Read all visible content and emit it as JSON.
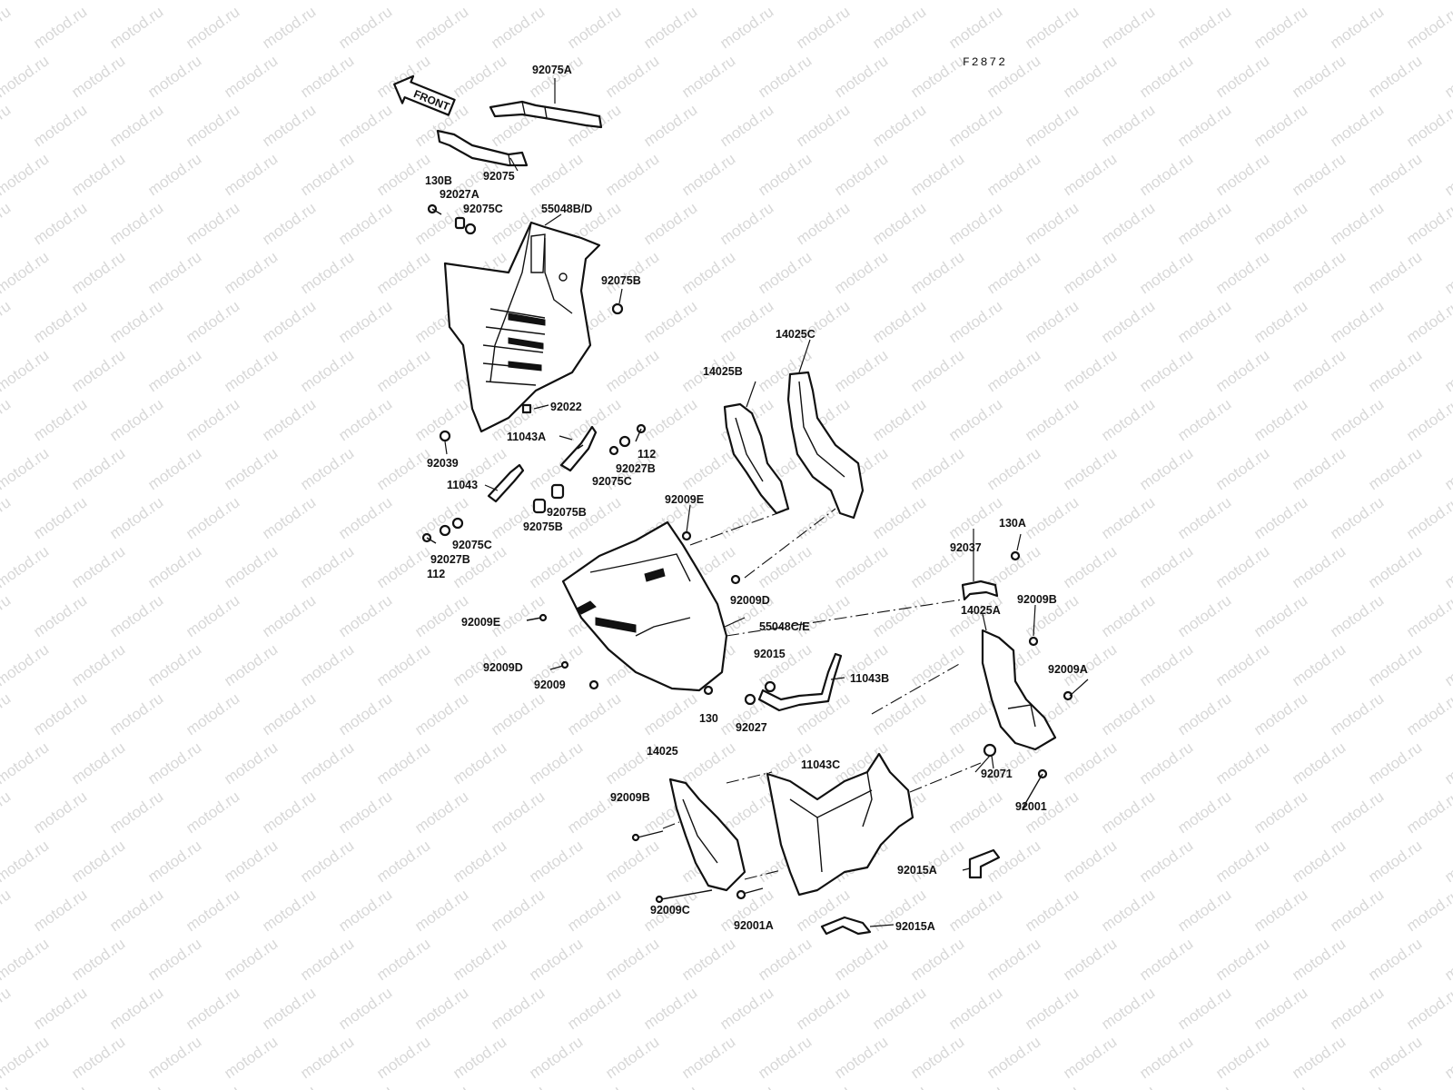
{
  "diagram": {
    "code": "F2872",
    "front_label": "FRONT",
    "watermark": "motod.ru",
    "labels": {
      "l_92075A": "92075A",
      "l_92075": "92075",
      "l_130B": "130B",
      "l_92027A": "92027A",
      "l_92075C_1": "92075C",
      "l_55048BD": "55048B/D",
      "l_92075B_1": "92075B",
      "l_92022": "92022",
      "l_11043A": "11043A",
      "l_112_1": "112",
      "l_92027B_1": "92027B",
      "l_92075C_2": "92075C",
      "l_92039": "92039",
      "l_11043": "11043",
      "l_92075B_2": "92075B",
      "l_92075B_3": "92075B",
      "l_92075C_3": "92075C",
      "l_92027B_2": "92027B",
      "l_112_2": "112",
      "l_14025B": "14025B",
      "l_14025C": "14025C",
      "l_92009E_1": "92009E",
      "l_92009D_1": "92009D",
      "l_92009E_2": "92009E",
      "l_55048CE": "55048C/E",
      "l_92009D_2": "92009D",
      "l_92009": "92009",
      "l_92015": "92015",
      "l_11043B": "11043B",
      "l_130": "130",
      "l_92027": "92027",
      "l_130A": "130A",
      "l_92037": "92037",
      "l_92009B_1": "92009B",
      "l_14025A": "14025A",
      "l_92009A": "92009A",
      "l_92071": "92071",
      "l_92001": "92001",
      "l_14025": "14025",
      "l_11043C": "11043C",
      "l_92009B_2": "92009B",
      "l_92015A_1": "92015A",
      "l_92009C": "92009C",
      "l_92001A": "92001A",
      "l_92015A_2": "92015A"
    }
  }
}
